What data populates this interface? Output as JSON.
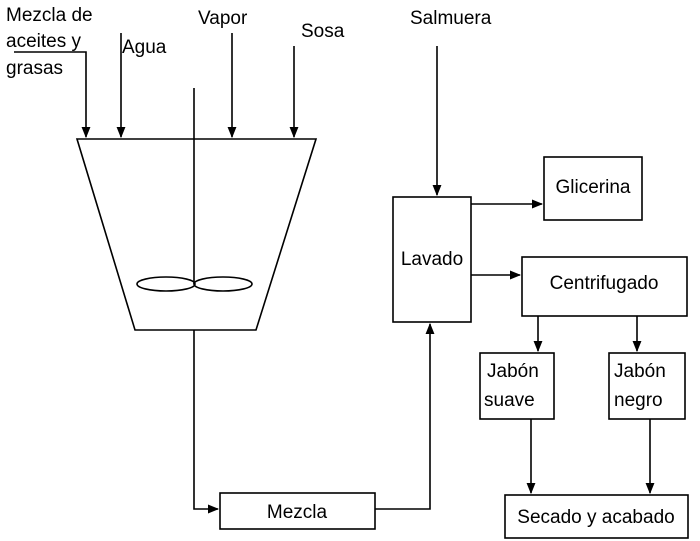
{
  "inputs": {
    "oils_line1": "Mezcla de",
    "oils_line2": "aceites y",
    "oils_line3": "grasas",
    "water": "Agua",
    "steam": "Vapor",
    "soda": "Sosa",
    "brine": "Salmuera"
  },
  "nodes": {
    "washing": "Lavado",
    "glycerin": "Glicerina",
    "centrifuge": "Centrifugado",
    "soft_soap_line1": "Jabón",
    "soft_soap_line2": "suave",
    "black_soap_line1": "Jabón",
    "black_soap_line2": "negro",
    "mixture": "Mezcla",
    "drying": "Secado y acabado"
  }
}
